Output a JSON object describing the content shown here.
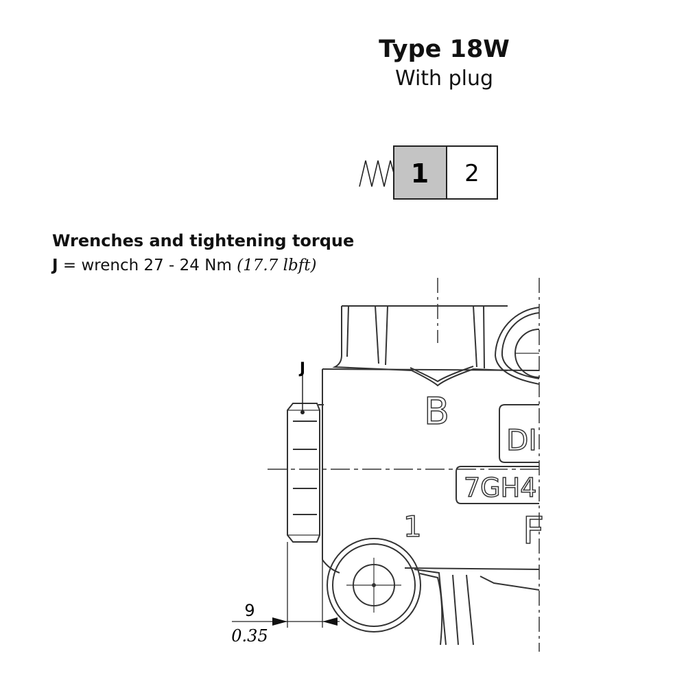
{
  "header": {
    "title": "Type 18W",
    "subtitle": "With plug"
  },
  "symbol": {
    "position_1": "1",
    "position_2": "2"
  },
  "wrenches": {
    "heading": "Wrenches and tightening torque",
    "key": "J",
    "equals": " = wrench 27 - 24 Nm ",
    "imperial": "(17.7 lbft)"
  },
  "drawing": {
    "callout_label": "J",
    "port_b_label": "B",
    "port_1_label": "1",
    "port_f_label": "F",
    "marking_top": "DI",
    "marking_bottom": "7GH4",
    "dimension_mm": "9",
    "dimension_in": "0.35"
  }
}
